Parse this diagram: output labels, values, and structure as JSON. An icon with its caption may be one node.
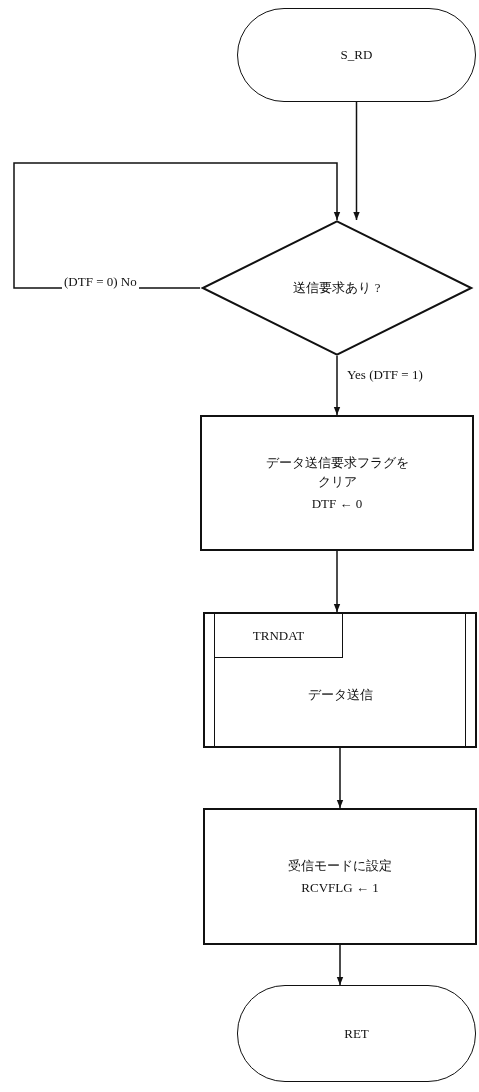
{
  "diagram": {
    "nodes": [
      {
        "text": [
          "S_RD"
        ]
      },
      {
        "text": [
          "送信要求あり ?"
        ]
      },
      {
        "text": [
          "データ送信要求フラグをクリア",
          "DTF ← 0"
        ]
      },
      {
        "text": [
          "TRNDAT",
          "データ送信"
        ]
      },
      {
        "text": [
          "受信モードに設定",
          "RCVFLG ← 1"
        ]
      },
      {
        "text": [
          "RET"
        ]
      }
    ],
    "edges": [
      {
        "from": 0,
        "to": 1,
        "arrow": "to"
      },
      {
        "from": 1,
        "to": 1,
        "arrow": "to",
        "label": "(DTF = 0) No"
      },
      {
        "from": 1,
        "to": 2,
        "arrow": "to",
        "label": "Yes (DTF = 1)"
      },
      {
        "from": 2,
        "to": 3,
        "arrow": "to"
      },
      {
        "from": 3,
        "to": 4,
        "arrow": "to"
      },
      {
        "from": 4,
        "to": 5,
        "arrow": "to"
      }
    ]
  }
}
